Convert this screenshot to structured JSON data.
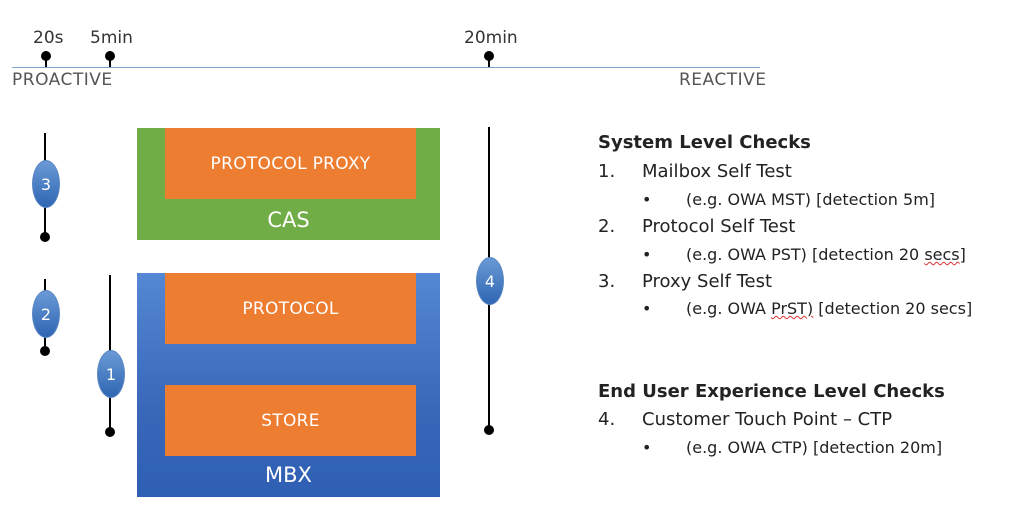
{
  "timeline": {
    "markers": [
      {
        "label": "20s"
      },
      {
        "label": "5min"
      },
      {
        "label": "20min"
      }
    ],
    "left_end": "PROACTIVE",
    "right_end": "REACTIVE",
    "line_color": "#7fa6c8"
  },
  "probes": [
    {
      "number": "1"
    },
    {
      "number": "2"
    },
    {
      "number": "3"
    },
    {
      "number": "4"
    }
  ],
  "cas_box": {
    "label": "CAS",
    "color": "#70ad47",
    "inner": {
      "label": "PROTOCOL PROXY",
      "color": "#ed7d31"
    }
  },
  "mbx_box": {
    "label": "MBX",
    "color": "#3c6fc0",
    "inner_top": {
      "label": "PROTOCOL",
      "color": "#ed7d31"
    },
    "inner_bottom": {
      "label": "STORE",
      "color": "#ed7d31"
    }
  },
  "checks": {
    "system_heading": "System Level Checks",
    "system_items": [
      {
        "num": "1.",
        "label": "Mailbox Self Test",
        "detail_pre": "(e.g. OWA MST) [detection 5m]",
        "detail_squig": "",
        "detail_post": ""
      },
      {
        "num": "2.",
        "label": "Protocol Self Test",
        "detail_pre": "(e.g. OWA PST) [detection 20 ",
        "detail_squig": "secs",
        "detail_post": "]"
      },
      {
        "num": "3.",
        "label": "Proxy Self Test",
        "detail_pre": "(e.g. OWA ",
        "detail_squig": "PrST)",
        "detail_post": " [detection 20 secs]"
      }
    ],
    "user_heading": "End User Experience Level Checks",
    "user_items": [
      {
        "num": "4.",
        "label": "Customer Touch Point – CTP",
        "detail": "(e.g. OWA CTP) [detection 20m]"
      }
    ],
    "bullet": "•"
  }
}
